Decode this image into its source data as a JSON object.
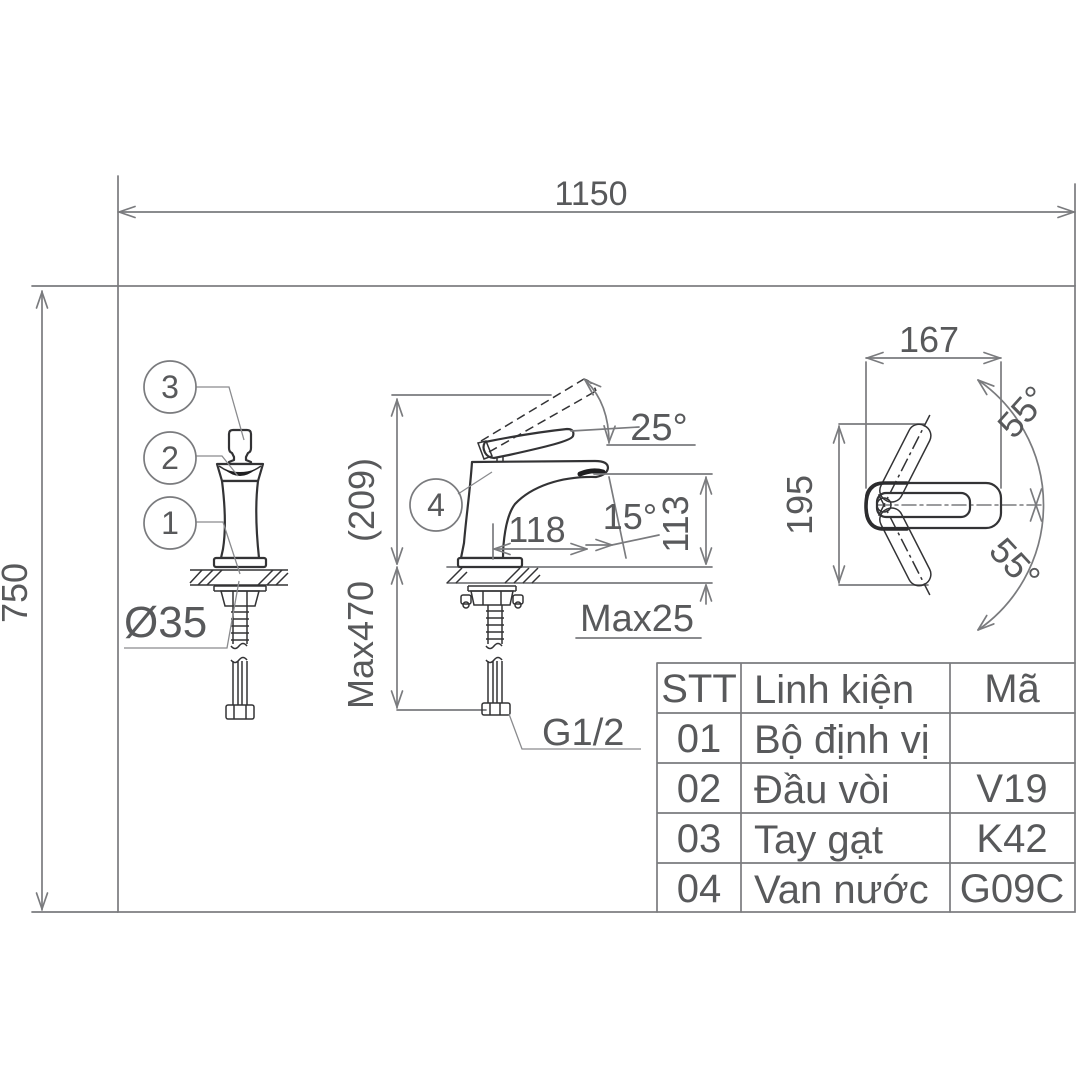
{
  "colors": {
    "line": "#7a7b7e",
    "drawing": "#333335",
    "text": "#58595b",
    "background": "#ffffff"
  },
  "overall": {
    "width": "1150",
    "height": "750"
  },
  "front_view": {
    "callout_3": "3",
    "callout_2": "2",
    "callout_1": "1",
    "hole_diameter": "Ø35"
  },
  "side_view": {
    "callout_4": "4",
    "height_ref": "(209)",
    "handle_open_angle": "25°",
    "spout_reach": "118",
    "spout_angle": "15°",
    "spout_height": "113",
    "supply_length": "Max470",
    "deck_thickness": "Max25",
    "thread_size": "G1/2"
  },
  "top_view": {
    "body_length": "167",
    "swing_width": "195",
    "swing_angle_up": "55°",
    "swing_angle_down": "55°"
  },
  "table": {
    "headers": [
      "STT",
      "Linh kiện",
      "Mã"
    ],
    "rows": [
      {
        "no": "01",
        "part": "Bộ định vị",
        "code": ""
      },
      {
        "no": "02",
        "part": "Đầu vòi",
        "code": "V19"
      },
      {
        "no": "03",
        "part": "Tay gạt",
        "code": "K42"
      },
      {
        "no": "04",
        "part": "Van nước",
        "code": "G09C"
      }
    ]
  }
}
